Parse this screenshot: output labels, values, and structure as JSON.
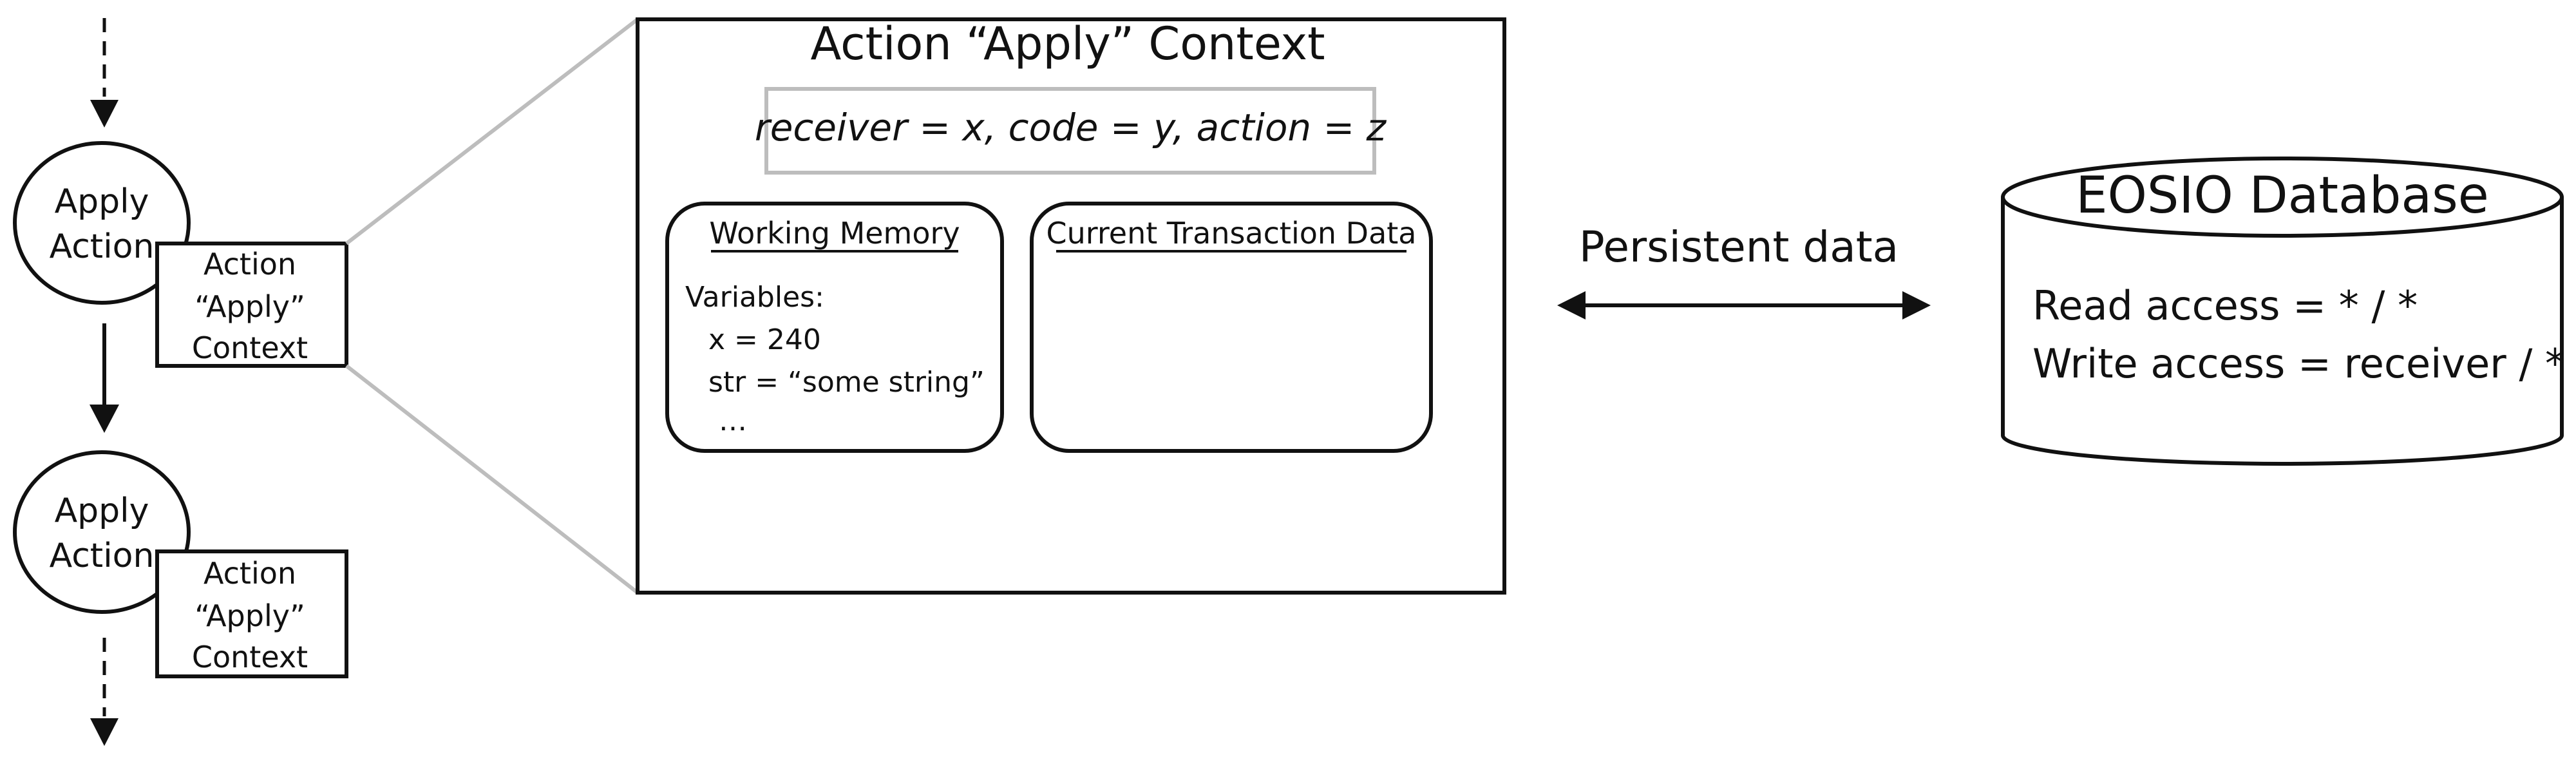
{
  "flow": {
    "step1": {
      "node_label": [
        "Apply",
        "Action"
      ],
      "context_label": [
        "Action",
        "“Apply”",
        "Context"
      ]
    },
    "step2": {
      "node_label": [
        "Apply",
        "Action"
      ],
      "context_label": [
        "Action",
        "“Apply”",
        "Context"
      ]
    }
  },
  "context_panel": {
    "title": "Action “Apply” Context",
    "params": "receiver = x, code = y, action = z",
    "working_memory": {
      "title": "Working Memory",
      "lines": [
        "Variables:",
        "x = 240",
        "str = “some string”",
        "…"
      ]
    },
    "transaction_data": {
      "title": "Current Transaction Data"
    }
  },
  "connector": {
    "label": "Persistent data"
  },
  "database": {
    "title": "EOSIO Database",
    "read_access": "Read access = * / *",
    "write_access": "Write access = receiver / *"
  }
}
